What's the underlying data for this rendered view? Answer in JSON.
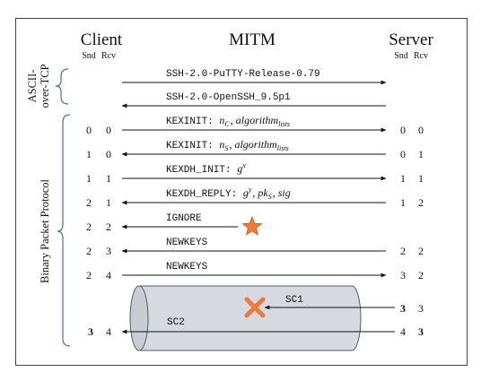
{
  "parties": {
    "client": "Client",
    "mitm": "MITM",
    "server": "Server",
    "snd": "Snd",
    "rcv": "Rcv"
  },
  "phases": {
    "ascii_line1": "ASCII-",
    "ascii_line2": "over-TCP",
    "bpp": "Binary Packet Protocol"
  },
  "messages": [
    {
      "mono": "SSH-2.0-PuTTY-Release-0.79",
      "rest": "",
      "client": [
        "",
        ""
      ],
      "server": [
        "",
        ""
      ],
      "dir": "right"
    },
    {
      "mono": "SSH-2.0-OpenSSH_9.5p1",
      "rest": "",
      "client": [
        "",
        ""
      ],
      "server": [
        "",
        ""
      ],
      "dir": "left"
    },
    {
      "mono": "KEXINIT: ",
      "rest": "n_C , algorithm_lists",
      "client": [
        "0",
        "0"
      ],
      "server": [
        "0",
        "0"
      ],
      "dir": "right"
    },
    {
      "mono": "KEXINIT: ",
      "rest": "n_S , algorithm_lists",
      "client": [
        "1",
        "0"
      ],
      "server": [
        "0",
        "1"
      ],
      "dir": "left"
    },
    {
      "mono": "KEXDH_INIT: ",
      "rest": "g^x",
      "client": [
        "1",
        "1"
      ],
      "server": [
        "1",
        "1"
      ],
      "dir": "right"
    },
    {
      "mono": "KEXDH_REPLY: ",
      "rest": "g^y , pk_S , sig",
      "client": [
        "2",
        "1"
      ],
      "server": [
        "1",
        "2"
      ],
      "dir": "left"
    },
    {
      "mono": "IGNORE",
      "rest": "",
      "client": [
        "2",
        "2"
      ],
      "server": [
        "",
        ""
      ],
      "dir": "left-from-mitm"
    },
    {
      "mono": "NEWKEYS",
      "rest": "",
      "client": [
        "2",
        "3"
      ],
      "server": [
        "2",
        "2"
      ],
      "dir": "left"
    },
    {
      "mono": "NEWKEYS",
      "rest": "",
      "client": [
        "2",
        "4"
      ],
      "server": [
        "3",
        "2"
      ],
      "dir": "right"
    }
  ],
  "channel": {
    "sc1": "SC1",
    "sc2": "SC2",
    "sc1_server": [
      "3",
      "3"
    ],
    "sc2_client": [
      "3",
      "4"
    ],
    "sc2_server": [
      "4",
      "3"
    ]
  },
  "colors": {
    "star": "#ec7a3c",
    "star_stroke": "#c85a24",
    "cross": "#ec7a3c",
    "cylinder_fill": "#d6d9df",
    "cylinder_stroke": "#555c66",
    "bracket": "#4a6fa5"
  }
}
